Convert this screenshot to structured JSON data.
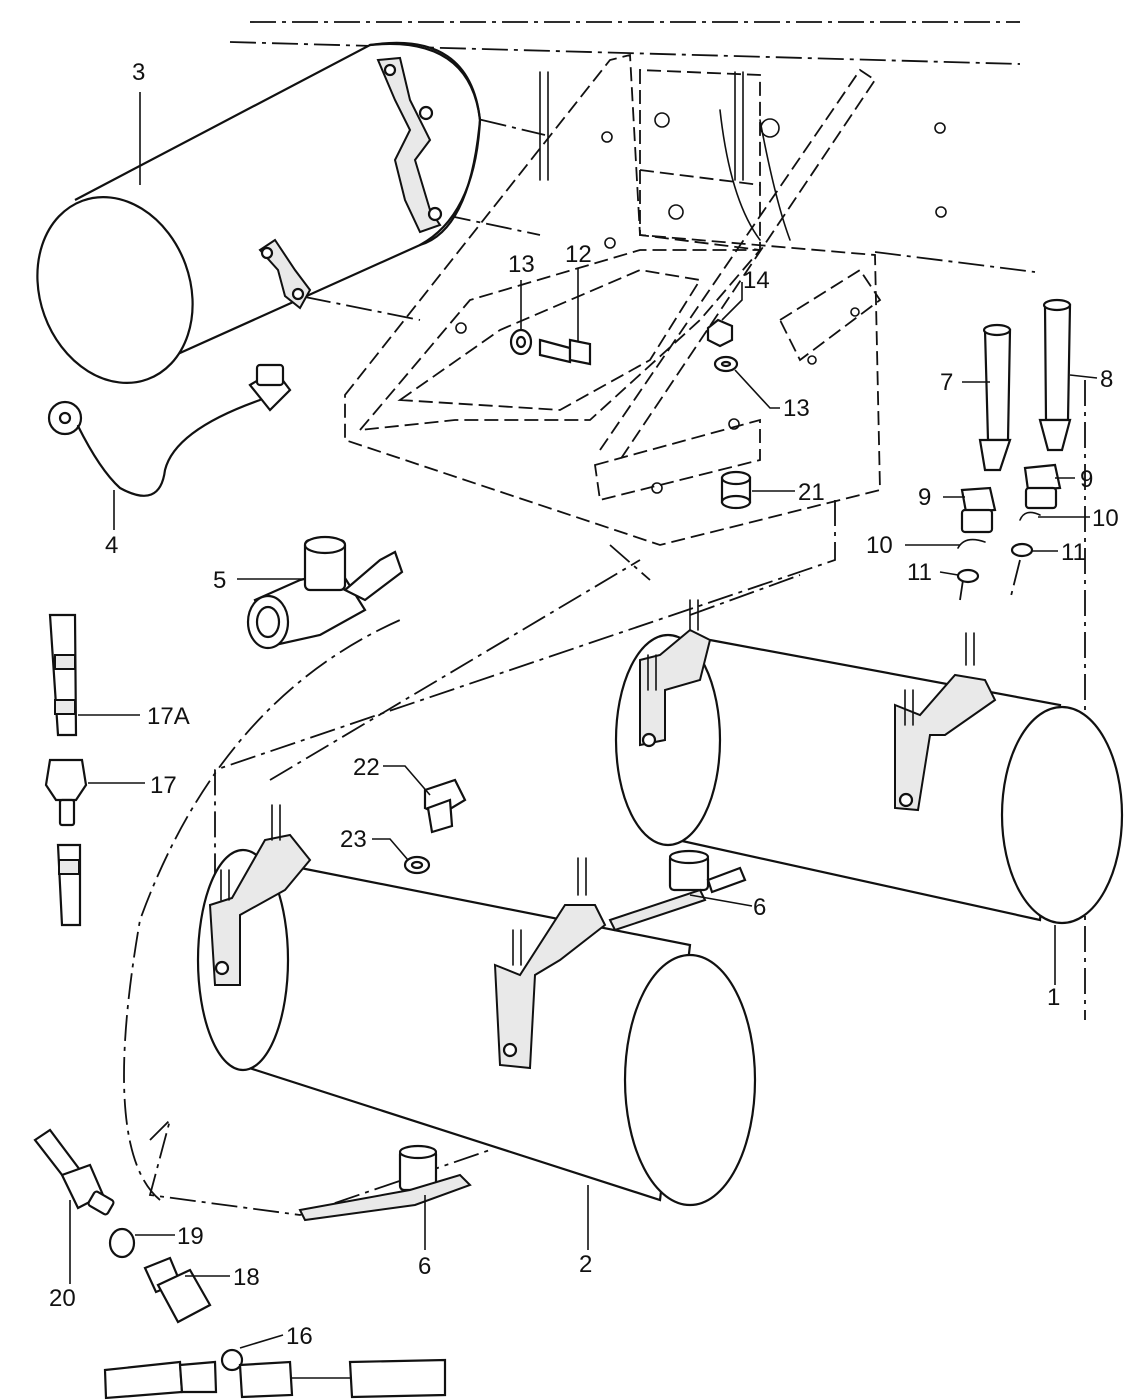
{
  "diagram": {
    "callouts": [
      {
        "id": "c3",
        "text": "3"
      },
      {
        "id": "c13a",
        "text": "13"
      },
      {
        "id": "c12",
        "text": "12"
      },
      {
        "id": "c14",
        "text": "14"
      },
      {
        "id": "c13b",
        "text": "13"
      },
      {
        "id": "c7",
        "text": "7"
      },
      {
        "id": "c8",
        "text": "8"
      },
      {
        "id": "c9a",
        "text": "9"
      },
      {
        "id": "c9b",
        "text": "9"
      },
      {
        "id": "c10a",
        "text": "10"
      },
      {
        "id": "c10b",
        "text": "10"
      },
      {
        "id": "c11a",
        "text": "11"
      },
      {
        "id": "c11b",
        "text": "11"
      },
      {
        "id": "c21",
        "text": "21"
      },
      {
        "id": "c4",
        "text": "4"
      },
      {
        "id": "c5",
        "text": "5"
      },
      {
        "id": "c17a",
        "text": "17A"
      },
      {
        "id": "c17",
        "text": "17"
      },
      {
        "id": "c22",
        "text": "22"
      },
      {
        "id": "c23",
        "text": "23"
      },
      {
        "id": "c6a",
        "text": "6"
      },
      {
        "id": "c1",
        "text": "1"
      },
      {
        "id": "c6b",
        "text": "6"
      },
      {
        "id": "c2",
        "text": "2"
      },
      {
        "id": "c19",
        "text": "19"
      },
      {
        "id": "c18",
        "text": "18"
      },
      {
        "id": "c20",
        "text": "20"
      },
      {
        "id": "c16",
        "text": "16"
      }
    ]
  }
}
